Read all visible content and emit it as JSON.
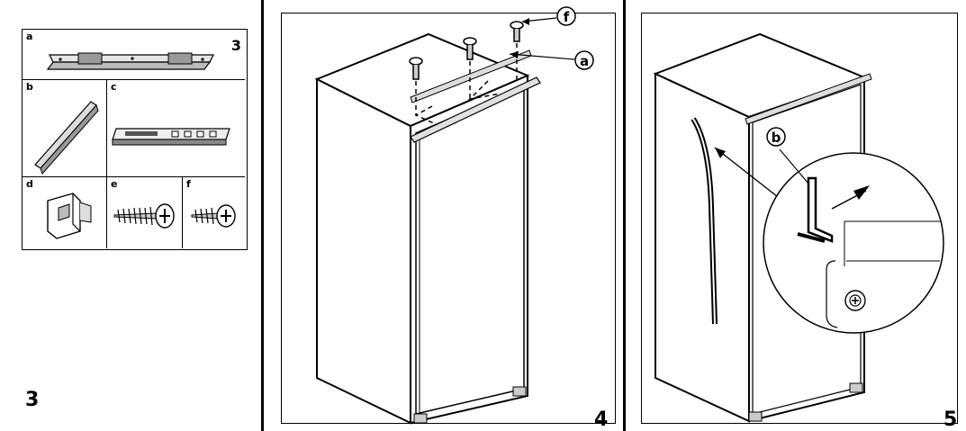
{
  "panel1": {
    "figure_number": "3",
    "parts": {
      "a": {
        "label": "a",
        "quantity": "3"
      },
      "b": {
        "label": "b"
      },
      "c": {
        "label": "c"
      },
      "d": {
        "label": "d"
      },
      "e": {
        "label": "e"
      },
      "f": {
        "label": "f"
      }
    }
  },
  "panel2": {
    "figure_number": "4",
    "callout_f": "f",
    "callout_a": "a"
  },
  "panel3": {
    "figure_number": "5",
    "callout_b": "b"
  }
}
